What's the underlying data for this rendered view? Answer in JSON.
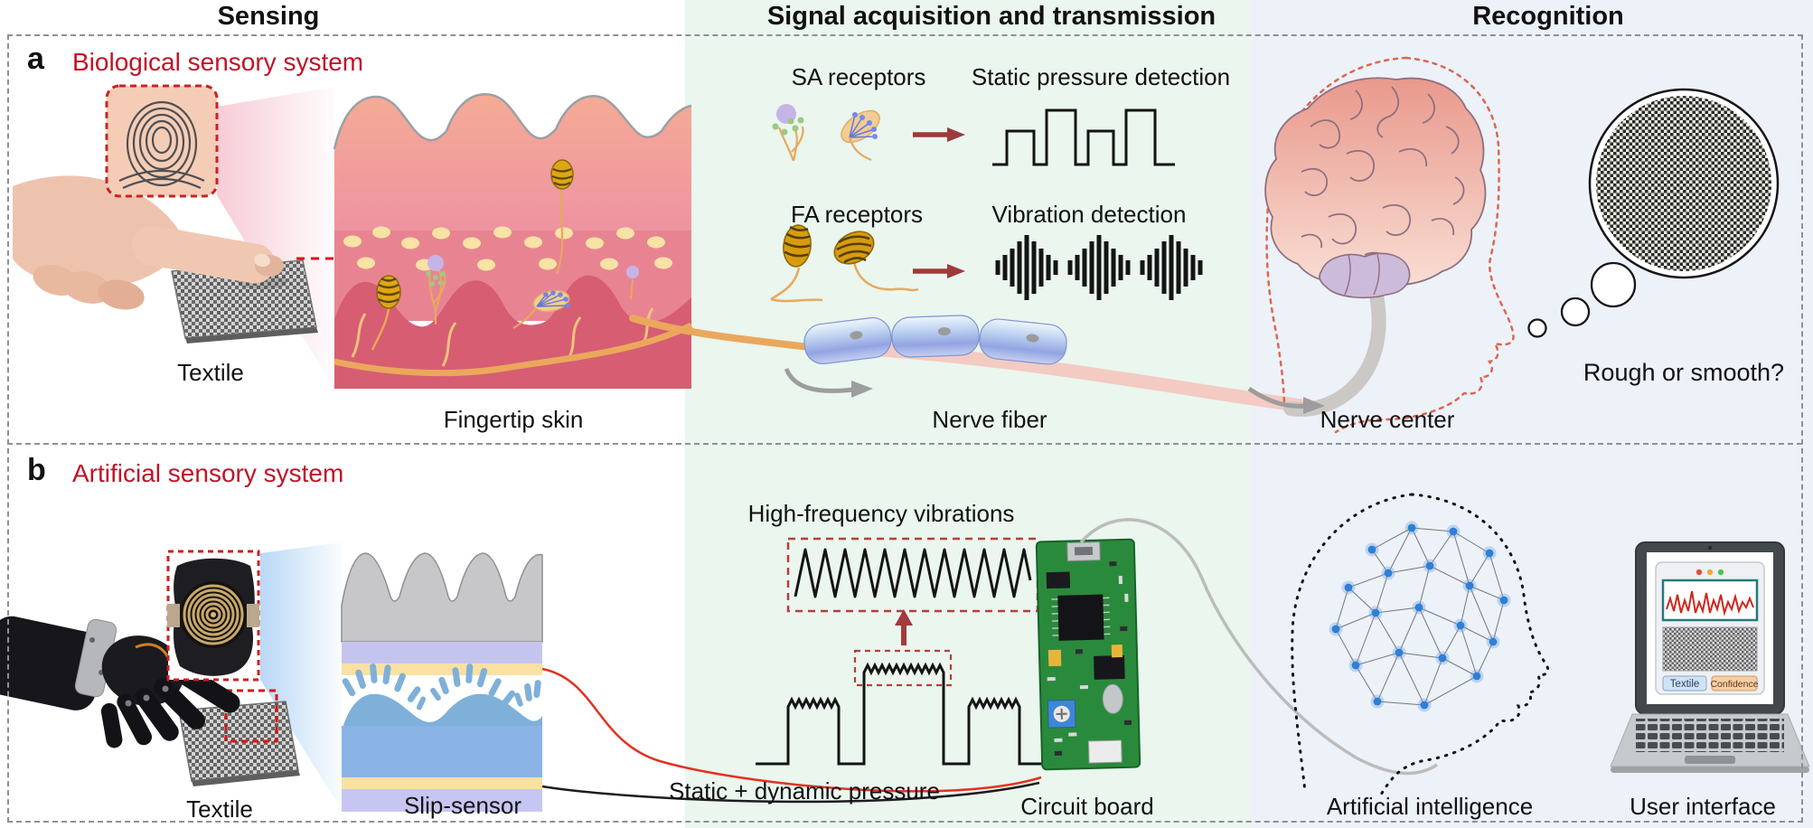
{
  "figure": {
    "headers": {
      "sensing": "Sensing",
      "acquisition": "Signal acquisition and transmission",
      "recognition": "Recognition"
    }
  },
  "row_a": {
    "panel_label": "a",
    "title": "Biological sensory system",
    "labels": {
      "sa_receptors": "SA receptors",
      "static_pressure": "Static pressure detection",
      "fa_receptors": "FA receptors",
      "vibration": "Vibration detection",
      "thought": "Rough or smooth?"
    },
    "captions": {
      "textile": "Textile",
      "skin": "Fingertip skin",
      "nerve_fiber": "Nerve fiber",
      "nerve_center": "Nerve center"
    }
  },
  "row_b": {
    "panel_label": "b",
    "title": "Artificial sensory system",
    "labels": {
      "high_freq": "High-frequency vibrations",
      "static_dynamic": "Static + dynamic pressure"
    },
    "captions": {
      "textile": "Textile",
      "slip_sensor": "Slip-sensor",
      "circuit_board": "Circuit board",
      "ai": "Artificial intelligence",
      "ui": "User interface"
    },
    "laptop": {
      "button_textile": "Textile",
      "button_confidence": "Confidence"
    }
  },
  "colors": {
    "accent_red_title": "#c01427",
    "arrow_dark_red": "#9e3a3a",
    "dashed_red": "#cc2222",
    "mint_background": "#eaf6ee",
    "recognition_background": "#edf1f8",
    "border_gray": "#8c9196",
    "nerve_orange": "#eaa85c",
    "pcb_green": "#2a8a3c",
    "neural_node_blue": "#2f7fd6",
    "waveform_black": "#141414",
    "ui_wave_red": "#d0261e"
  }
}
